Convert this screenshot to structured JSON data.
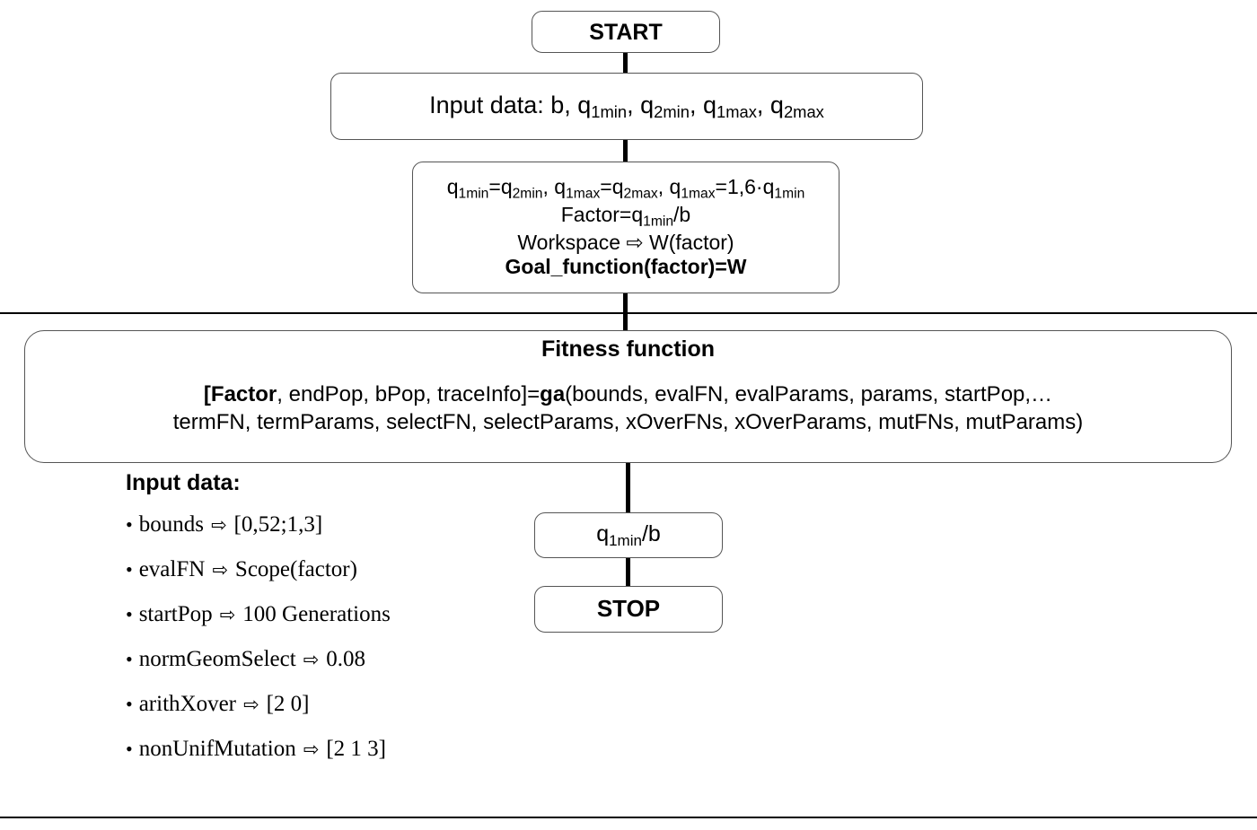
{
  "diagram": {
    "title": "Genetic algorithm optimization flowchart",
    "accent_color": "#000000",
    "node_border_color": "#555555",
    "background": "#ffffff"
  },
  "nodes": {
    "start": {
      "label": "START"
    },
    "input_data": {
      "prefix": "Input data: b, ",
      "vars": [
        {
          "base": "q",
          "sub": "1min"
        },
        {
          "base": "q",
          "sub": "2min"
        },
        {
          "base": "q",
          "sub": "1max"
        },
        {
          "base": "q",
          "sub": "2max"
        }
      ]
    },
    "assignments": {
      "line1_parts": [
        {
          "base": "q",
          "sub": "1min"
        },
        "=",
        {
          "base": "q",
          "sub": "2min"
        },
        ",  ",
        {
          "base": "q",
          "sub": "1max"
        },
        "=",
        {
          "base": "q",
          "sub": "2max"
        },
        ",  ",
        {
          "base": "q",
          "sub": "1max"
        },
        "=1,6·",
        {
          "base": "q",
          "sub": "1min"
        }
      ],
      "line2_prefix": "Factor=",
      "line2_var": {
        "base": "q",
        "sub": "1min"
      },
      "line2_suffix": "/b",
      "line3": "Workspace ⇨ W(factor)",
      "line4": "Goal_function(factor)=W"
    },
    "fitness": {
      "title": "Fitness function",
      "ga_line1_a": "[",
      "ga_line1_factor": "Factor",
      "ga_line1_b": ", endPop, bPop, traceInfo]=",
      "ga_line1_ga": "ga",
      "ga_line1_c": "(bounds, evalFN, evalParams, params, startPop,…",
      "ga_line2": "termFN, termParams, selectFN, selectParams, xOverFNs, xOverParams, mutFNs, mutParams)"
    },
    "result": {
      "var": {
        "base": "q",
        "sub": "1min"
      },
      "suffix": "/b"
    },
    "stop": {
      "label": "STOP"
    }
  },
  "input_list": {
    "title": "Input data:",
    "bullet_char": "•",
    "arrow_char": "⇨",
    "items": [
      {
        "name": "bounds",
        "value": "[0,52;1,3]"
      },
      {
        "name": "evalFN",
        "value": "Scope(factor)"
      },
      {
        "name": "startPop",
        "value": "100 Generations"
      },
      {
        "name": "normGeomSelect",
        "value": "0.08"
      },
      {
        "name": "arithXover",
        "value": "[2 0]"
      },
      {
        "name": "nonUnifMutation",
        "value": "[2 1 3]"
      }
    ]
  },
  "connectors": [
    {
      "name": "start-to-input"
    },
    {
      "name": "input-to-assignments"
    },
    {
      "name": "assignments-to-fitness"
    },
    {
      "name": "fitness-to-result"
    },
    {
      "name": "result-to-stop"
    }
  ]
}
